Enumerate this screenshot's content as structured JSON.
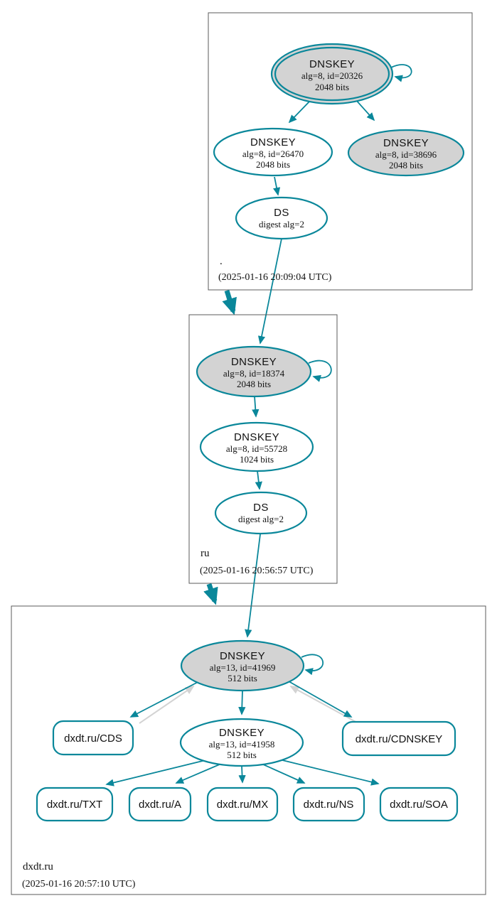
{
  "colors": {
    "secure_teal": "#0a879a",
    "warning_gray": "#d3d3d3",
    "ksk_fill_gray": "#d3d3d3",
    "zone_border_gray": "#5b5b5b"
  },
  "zones": [
    {
      "name": ".",
      "timestamp": "(2025-01-16 20:09:04 UTC)",
      "ksk": {
        "title": "DNSKEY",
        "alg": "alg=8, id=20326",
        "bits": "2048 bits"
      },
      "zsk": {
        "title": "DNSKEY",
        "alg": "alg=8, id=26470",
        "bits": "2048 bits"
      },
      "extra": {
        "title": "DNSKEY",
        "alg": "alg=8, id=38696",
        "bits": "2048 bits"
      },
      "ds": {
        "title": "DS",
        "digest": "digest alg=2"
      }
    },
    {
      "name": "ru",
      "timestamp": "(2025-01-16 20:56:57 UTC)",
      "ksk": {
        "title": "DNSKEY",
        "alg": "alg=8, id=18374",
        "bits": "2048 bits"
      },
      "zsk": {
        "title": "DNSKEY",
        "alg": "alg=8, id=55728",
        "bits": "1024 bits"
      },
      "ds": {
        "title": "DS",
        "digest": "digest alg=2"
      }
    },
    {
      "name": "dxdt.ru",
      "timestamp": "(2025-01-16 20:57:10 UTC)",
      "ksk": {
        "title": "DNSKEY",
        "alg": "alg=13, id=41969",
        "bits": "512 bits"
      },
      "zsk": {
        "title": "DNSKEY",
        "alg": "alg=13, id=41958",
        "bits": "512 bits"
      },
      "rrsets": [
        {
          "label": "dxdt.ru/CDS"
        },
        {
          "label": "dxdt.ru/CDNSKEY"
        },
        {
          "label": "dxdt.ru/TXT"
        },
        {
          "label": "dxdt.ru/A"
        },
        {
          "label": "dxdt.ru/MX"
        },
        {
          "label": "dxdt.ru/NS"
        },
        {
          "label": "dxdt.ru/SOA"
        }
      ]
    }
  ]
}
